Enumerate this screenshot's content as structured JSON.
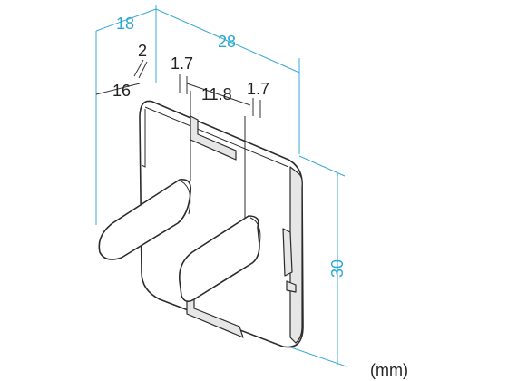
{
  "dimensions": {
    "depth_18": "18",
    "width_28": "28",
    "blade_2": "2",
    "blade_16": "16",
    "slot_1_7_left": "1.7",
    "spacing_11_8": "11.8",
    "slot_1_7_right": "1.7",
    "height_30": "30"
  },
  "unit": "(mm)",
  "colors": {
    "dimension_line": "#3aa8d8",
    "dimension_text": "#2aa7d4",
    "outline": "#2b2b2b",
    "shade": "#e6e6e6"
  }
}
